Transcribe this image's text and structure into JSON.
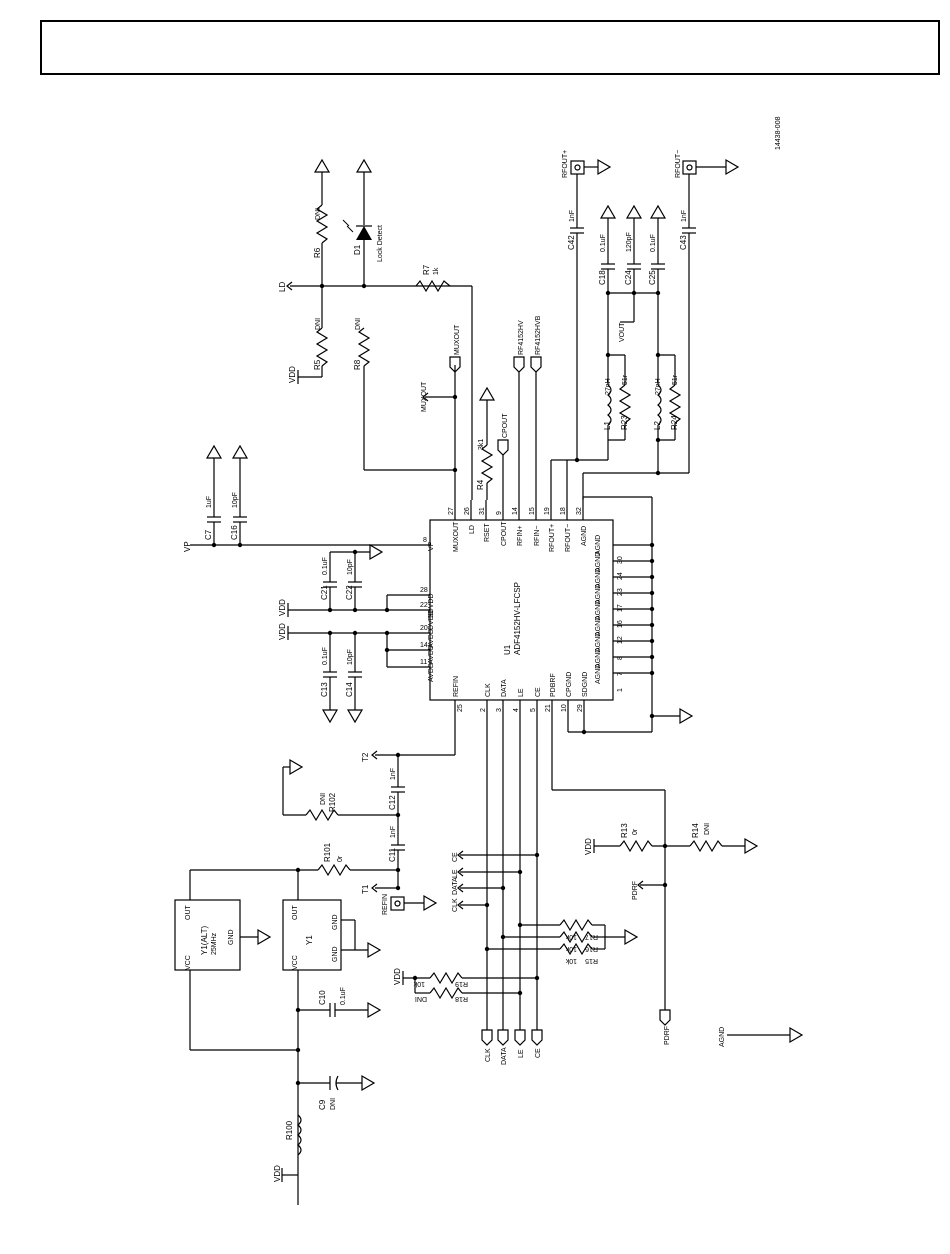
{
  "figure_id": "14438-008",
  "ic": {
    "ref": "U1",
    "part": "ADF4152HV-LFCSP",
    "left_pins": [
      {
        "num": "8",
        "name": "VP"
      },
      {
        "num": "28",
        "name": "SDVDD"
      },
      {
        "num": "22",
        "name": "DVDD"
      },
      {
        "num": "20",
        "name": "AVDD"
      },
      {
        "num": "14",
        "name": "AVDD"
      },
      {
        "num": "11",
        "name": "AVDD"
      }
    ],
    "top_pins": [
      {
        "num": "27",
        "name": "MUXOUT"
      },
      {
        "num": "26",
        "name": "LD"
      },
      {
        "num": "31",
        "name": "RSET"
      },
      {
        "num": "9",
        "name": "CPOUT"
      },
      {
        "num": "14",
        "name": "RFIN+"
      },
      {
        "num": "15",
        "name": "RFIN−"
      },
      {
        "num": "19",
        "name": "RFOUT+"
      },
      {
        "num": "18",
        "name": "RFOUT−"
      },
      {
        "num": "32",
        "name": "AGND"
      }
    ],
    "right_pins": [
      {
        "num": "30",
        "name": "AGND"
      },
      {
        "num": "24",
        "name": "AGND"
      },
      {
        "num": "23",
        "name": "AGND"
      },
      {
        "num": "17",
        "name": "AGND"
      },
      {
        "num": "16",
        "name": "AGND"
      },
      {
        "num": "12",
        "name": "AGND"
      },
      {
        "num": "8",
        "name": "AGND"
      },
      {
        "num": "7",
        "name": "AGND"
      },
      {
        "num": "1",
        "name": "AGND"
      }
    ],
    "bottom_pins": [
      {
        "num": "25",
        "name": "REFIN"
      },
      {
        "num": "2",
        "name": "CLK"
      },
      {
        "num": "3",
        "name": "DATA"
      },
      {
        "num": "4",
        "name": "LE"
      },
      {
        "num": "5",
        "name": "CE"
      },
      {
        "num": "21",
        "name": "PDBRF"
      },
      {
        "num": "10",
        "name": "CPGND"
      },
      {
        "num": "29",
        "name": "SDGND"
      }
    ]
  },
  "nets": {
    "ld": "LD",
    "vdd": "VDD",
    "vp": "VP",
    "muxout": "MUXOUT",
    "cpout": "CPOUT",
    "rfin_hv": "RF4152HV",
    "rfin_hvb": "RF4152HVB",
    "rfout_p": "RFOUT+",
    "rfout_n": "RFOUT−",
    "vout": "VOUT",
    "t2": "T2",
    "t1": "T1",
    "refin": "REFIN",
    "pdrf": "PDRF",
    "ce": "CE",
    "le": "LE",
    "data": "DATA",
    "clk": "CLK",
    "agnd": "AGND"
  },
  "components": {
    "r6": {
      "ref": "R6",
      "value": "DNI"
    },
    "d1": {
      "ref": "D1",
      "value": "Lock Detect"
    },
    "r7": {
      "ref": "R7",
      "value": "1k"
    },
    "r5": {
      "ref": "R5",
      "value": "DNI"
    },
    "r8": {
      "ref": "R8",
      "value": "DNI"
    },
    "r4": {
      "ref": "R4",
      "value": "3k1"
    },
    "c42": {
      "ref": "C42",
      "value": "1nF"
    },
    "c43": {
      "ref": "C43",
      "value": "1nF"
    },
    "c18": {
      "ref": "C18",
      "value": "0.1uF"
    },
    "c24": {
      "ref": "C24",
      "value": "120pF"
    },
    "c25": {
      "ref": "C25",
      "value": "0.1uF"
    },
    "l1": {
      "ref": "L1",
      "value": "27nH"
    },
    "r23": {
      "ref": "R23",
      "value": "51r"
    },
    "l2": {
      "ref": "L2",
      "value": "27nH"
    },
    "r24": {
      "ref": "R24",
      "value": "51r"
    },
    "c7": {
      "ref": "C7",
      "value": "1uF"
    },
    "c16": {
      "ref": "C16",
      "value": "10pF"
    },
    "c21": {
      "ref": "C21",
      "value": "0.1uF"
    },
    "c22": {
      "ref": "C22",
      "value": "10pF"
    },
    "c13": {
      "ref": "C13",
      "value": "0.1uF"
    },
    "c14": {
      "ref": "C14",
      "value": "10pF"
    },
    "c12": {
      "ref": "C12",
      "value": "1nF"
    },
    "r102": {
      "ref": "R102",
      "value": "DNI"
    },
    "c11": {
      "ref": "C11",
      "value": "1nF"
    },
    "r101": {
      "ref": "R101",
      "value": "0r"
    },
    "r13": {
      "ref": "R13",
      "value": "0r"
    },
    "r14": {
      "ref": "R14",
      "value": "DNI"
    },
    "r17": {
      "ref": "R17",
      "value": "10k"
    },
    "r16": {
      "ref": "R16",
      "value": "10k"
    },
    "r15": {
      "ref": "R15",
      "value": "10k"
    },
    "r19": {
      "ref": "R19",
      "value": "10k"
    },
    "r18": {
      "ref": "R18",
      "value": "DNI"
    },
    "c10": {
      "ref": "C10",
      "value": "0.1uF"
    },
    "c9": {
      "ref": "C9",
      "value": "DNI"
    },
    "r100": {
      "ref": "R100",
      "value": ""
    },
    "y1": {
      "ref": "Y1",
      "out": "OUT",
      "gnd": "GND",
      "vcc": "VCC"
    },
    "yalt": {
      "ref": "Y1(ALT)",
      "value": "25MHz",
      "out": "OUT",
      "gnd": "GND",
      "vcc": "VCC"
    }
  }
}
